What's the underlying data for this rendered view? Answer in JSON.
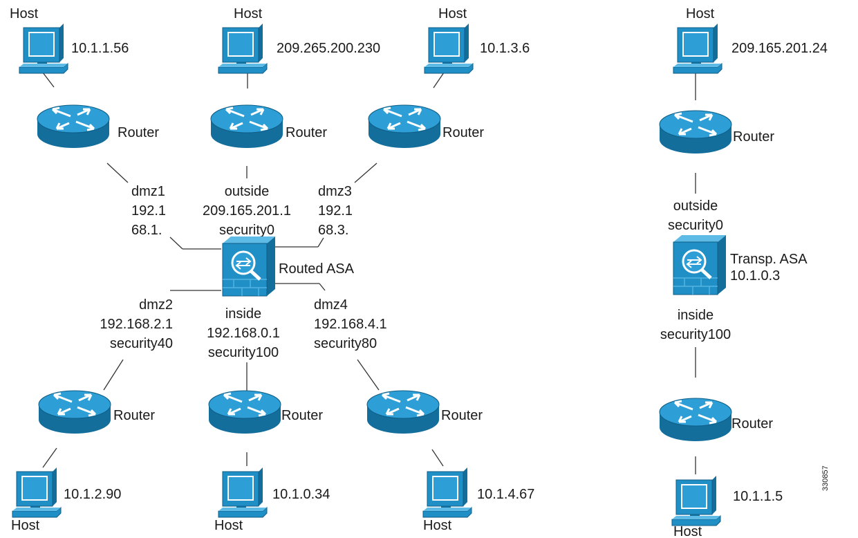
{
  "colors": {
    "device_fill": "#1f8fc6",
    "device_dark": "#146e9c",
    "device_light": "#5dbbe6",
    "screen": "#ffffff",
    "line": "#333333",
    "text": "#1a1a1a"
  },
  "icons": {
    "host": "desktop-computer-icon",
    "router": "router-icon",
    "firewall": "asa-firewall-icon"
  },
  "labels": {
    "host": "Host",
    "router": "Router"
  },
  "routed": {
    "hosts_top": {
      "h1_ip": "10.1.1.56",
      "h2_ip": "209.265.200.230",
      "h3_ip": "10.1.3.6"
    },
    "hosts_bottom": {
      "h4_ip": "10.1.2.90",
      "h5_ip": "10.1.0.34",
      "h6_ip": "10.1.4.67"
    },
    "asa_label": "Routed ASA",
    "interfaces": {
      "dmz1": [
        "dmz1",
        "192.1",
        "68.1."
      ],
      "outside": [
        "outside",
        "209.165.201.1",
        "security0"
      ],
      "dmz3": [
        "dmz3",
        "192.1",
        "68.3."
      ],
      "dmz2": [
        "dmz2",
        "192.168.2.1",
        "security40"
      ],
      "inside": [
        "inside",
        "192.168.0.1",
        "security100"
      ],
      "dmz4": [
        "dmz4",
        "192.168.4.1",
        "security80"
      ]
    }
  },
  "transparent": {
    "host_top_ip": "209.165.201.24",
    "host_bottom_ip": "10.1.1.5",
    "asa_label": [
      "Transp. ASA",
      "10.1.0.3"
    ],
    "outside": [
      "outside",
      "security0"
    ],
    "inside": [
      "inside",
      "security100"
    ]
  },
  "figure_id": "330857"
}
